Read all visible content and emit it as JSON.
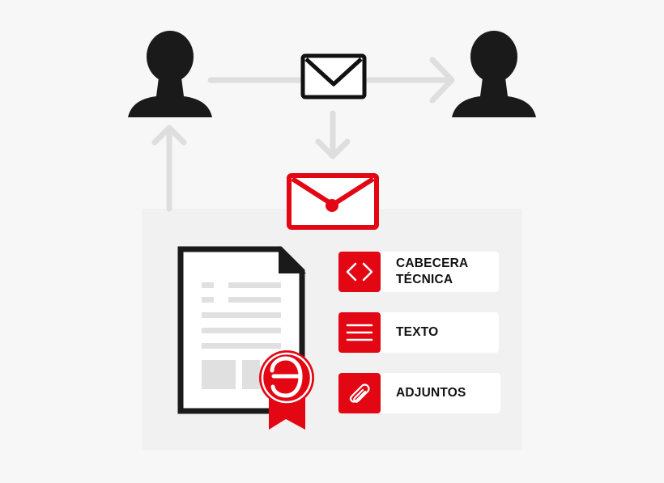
{
  "colors": {
    "accent": "#e30613",
    "person": "#1a1a1a",
    "arrow": "#dedede",
    "panel": "#f1f1f1",
    "document_line": "#e0e0e0"
  },
  "icons": {
    "sender": "person-icon",
    "recipient": "person-icon",
    "envelope": "envelope-icon",
    "certified_envelope": "certified-envelope-icon",
    "document": "document-icon",
    "seal": "certification-seal-icon"
  },
  "sections": [
    {
      "icon": "code-brackets-icon",
      "lines": [
        "CABECERA",
        "TÉCNICA"
      ]
    },
    {
      "icon": "text-lines-icon",
      "lines": [
        "TEXTO"
      ]
    },
    {
      "icon": "paperclip-icon",
      "lines": [
        "ADJUNTOS"
      ]
    }
  ]
}
